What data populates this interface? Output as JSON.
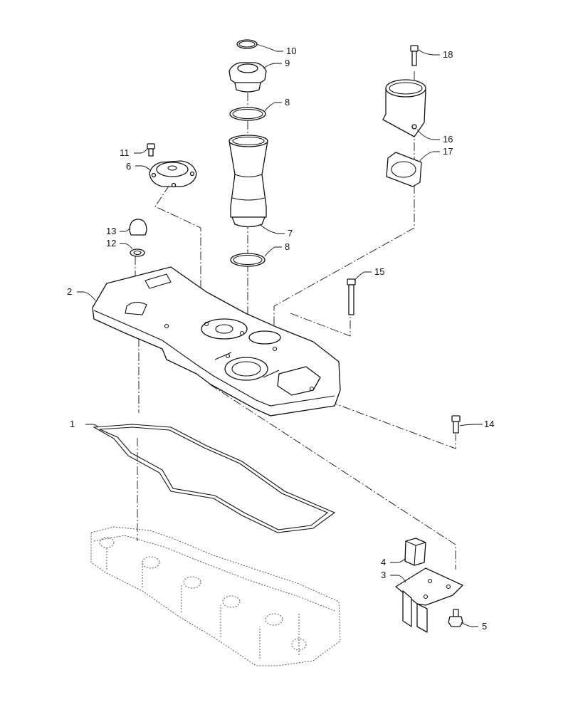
{
  "callouts": {
    "c1": "1",
    "c2": "2",
    "c3": "3",
    "c4": "4",
    "c5": "5",
    "c6": "6",
    "c7": "7",
    "c8a": "8",
    "c8b": "8",
    "c9": "9",
    "c10": "10",
    "c11": "11",
    "c12": "12",
    "c13": "13",
    "c14": "14",
    "c15": "15",
    "c16": "16",
    "c17": "17",
    "c18": "18"
  }
}
